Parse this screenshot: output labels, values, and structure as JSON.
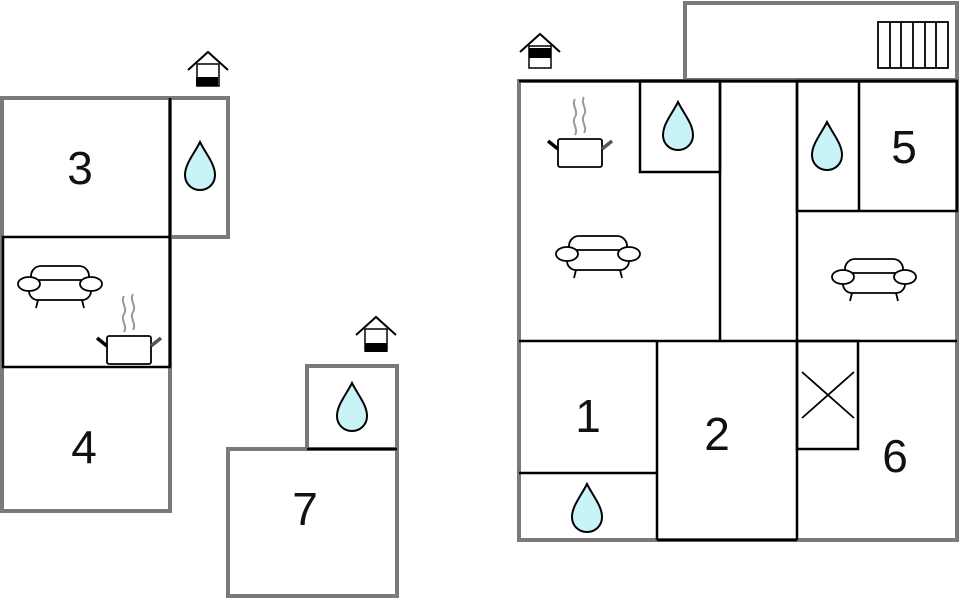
{
  "colors": {
    "outer_wall": "#7a7a7a",
    "inner_wall": "#000000",
    "water": "#c8f4f8",
    "steam": "#999999"
  },
  "rooms": {
    "r1": "1",
    "r2": "2",
    "r3": "3",
    "r4": "4",
    "r5": "5",
    "r6": "6",
    "r7": "7"
  },
  "icons": [
    "entrance-icon",
    "bathroom-drop-icon",
    "sofa-icon",
    "kitchen-pot-icon",
    "stairs-icon",
    "closet-x-icon"
  ]
}
